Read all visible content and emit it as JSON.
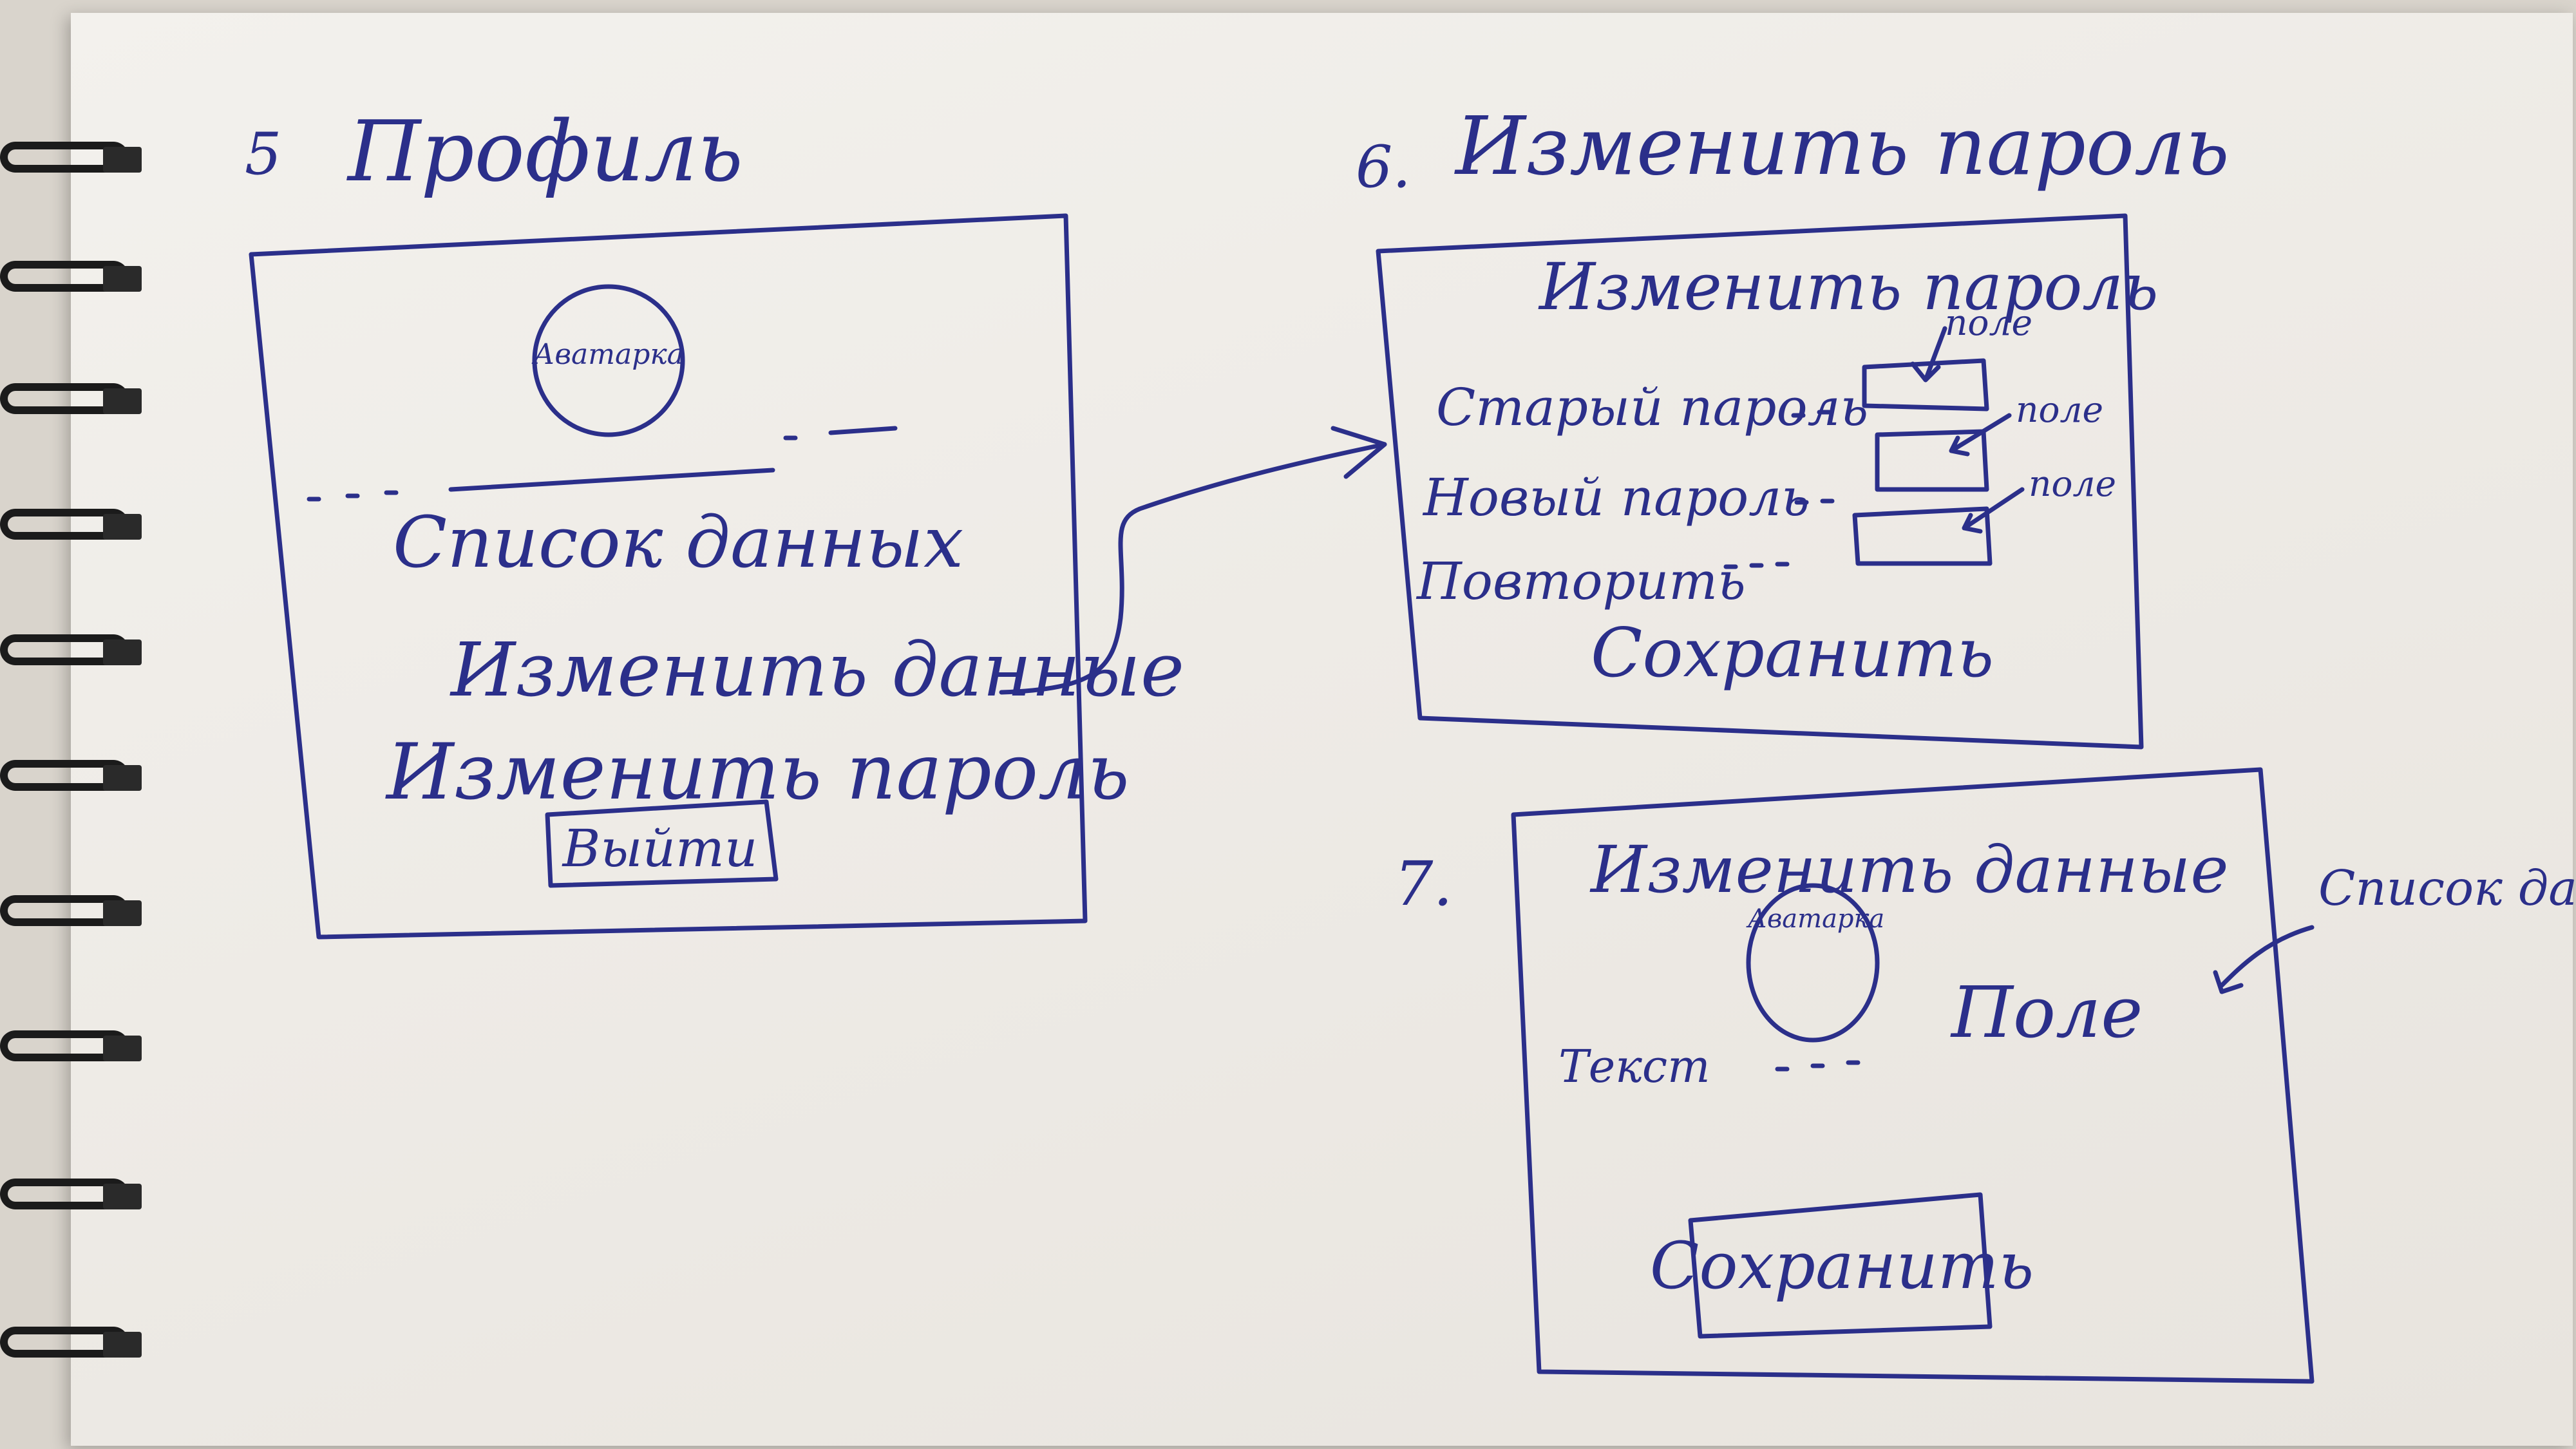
{
  "screens": [
    {
      "number": "5",
      "title": "Профиль",
      "avatar": "Аватарка",
      "items": [
        "Список данных",
        "Изменить данные",
        "Изменить пароль"
      ],
      "button": "Выйти"
    },
    {
      "number": "6.",
      "title": "Изменить пароль",
      "header": "Изменить пароль",
      "fields": [
        "Старый пароль",
        "Новый пароль",
        "Повторить"
      ],
      "field_note": "поле",
      "button": "Сохранить"
    },
    {
      "number": "7.",
      "header": "Изменить данные",
      "avatar": "Аватарка",
      "row_label": "Текст",
      "row_field": "Поле",
      "side_note": "Список данных",
      "button": "Сохранить"
    }
  ],
  "colors": {
    "ink": "#2b2f8a",
    "paper": "#efece7",
    "spiral": "#1b1b1b"
  }
}
